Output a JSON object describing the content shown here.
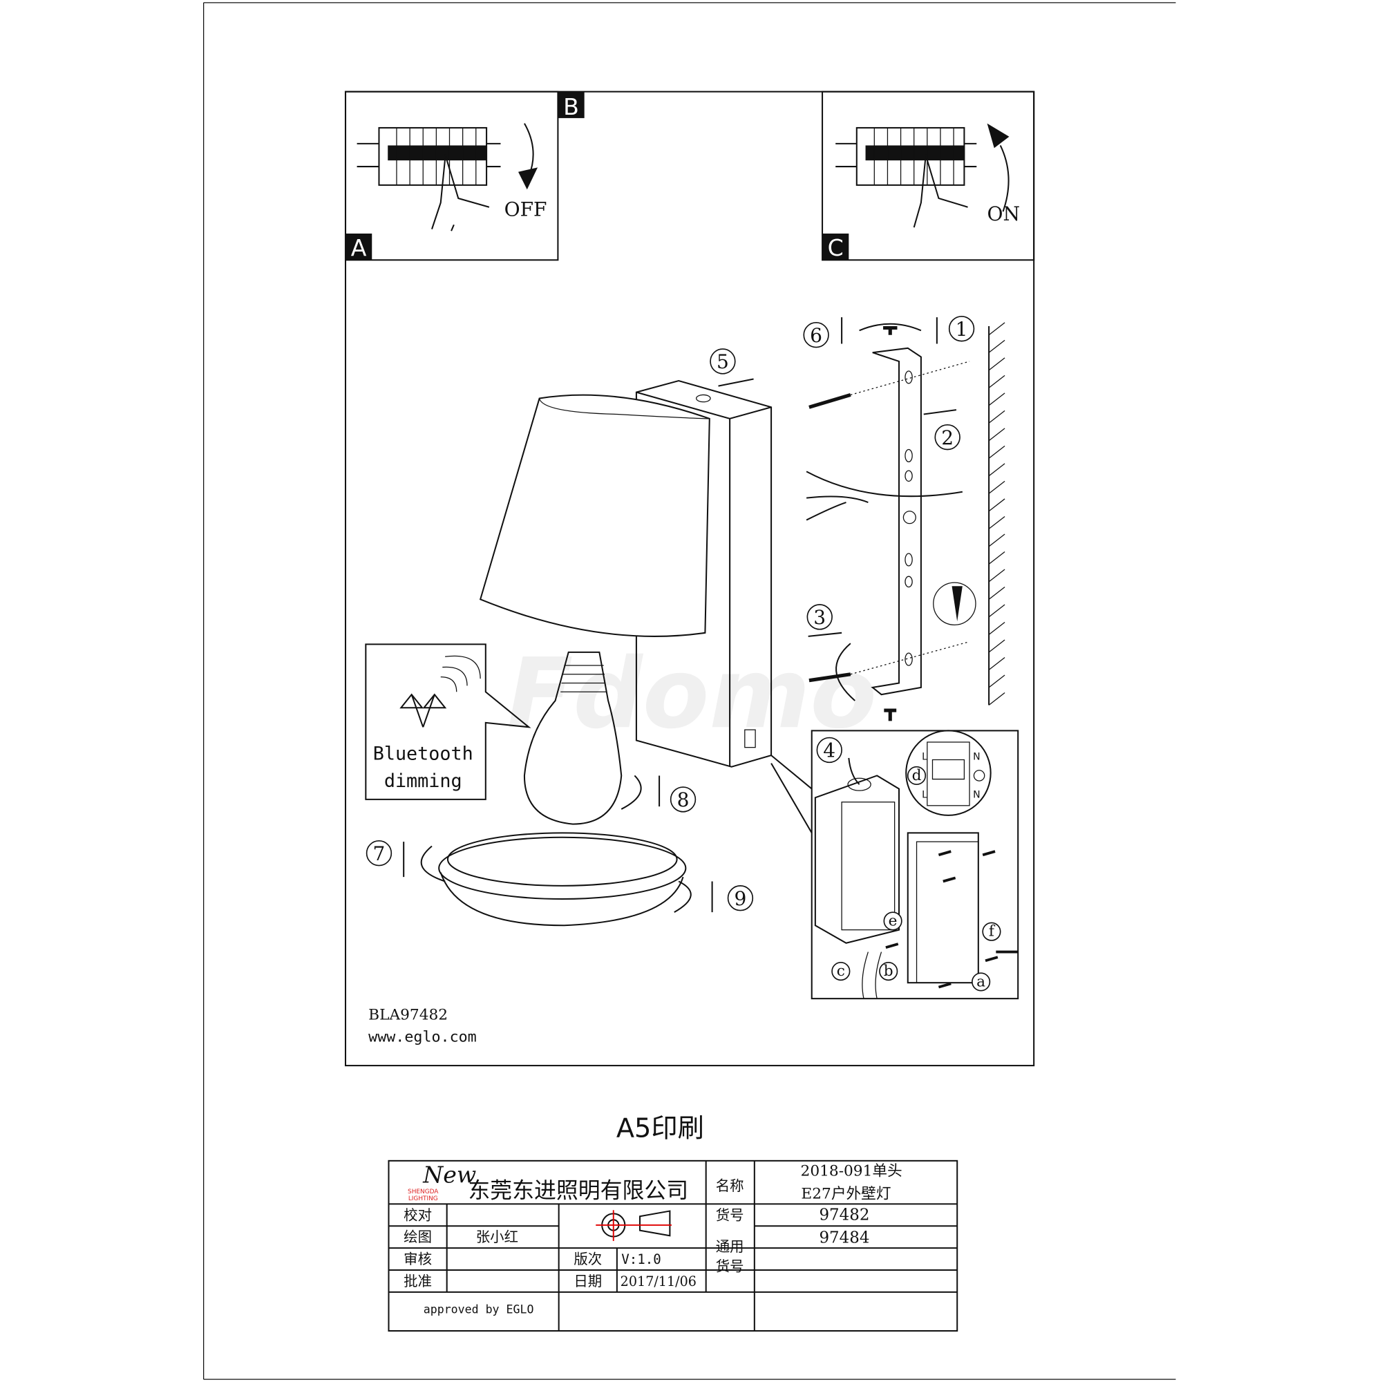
{
  "panels": {
    "a_label": "A",
    "b_label": "B",
    "c_label": "C",
    "off_label": "OFF",
    "on_label": "ON"
  },
  "steps": [
    "1",
    "2",
    "3",
    "4",
    "5",
    "6",
    "7",
    "8",
    "9"
  ],
  "detail_labels": {
    "a": "a",
    "b": "b",
    "c": "c",
    "d": "d",
    "e": "e",
    "f": "f",
    "L": "L",
    "N": "N"
  },
  "bluetooth": {
    "line1": "Bluetooth",
    "line2": "dimming",
    "icon": "bluetooth-icon"
  },
  "model_code": "BLA97482",
  "website": "www.eglo.com",
  "watermark": "Fdomo",
  "print_note": "A5印刷",
  "title_block": {
    "logo_text": [
      "New",
      "SHENGDA",
      "LIGHTING"
    ],
    "company": "东莞东进照明有限公司",
    "name_label": "名称",
    "name_value_1": "2018-091单头",
    "name_value_2": "E27户外壁灯",
    "proof_label": "校对",
    "draw_label": "绘图",
    "draw_value": "张小红",
    "review_label": "审核",
    "approve_label": "批准",
    "version_label": "版次",
    "version_value": "V:1.0",
    "date_label": "日期",
    "date_value": "2017/11/06",
    "item_no_label": "货号",
    "item_no_value": "97482",
    "common_label_1": "通用",
    "common_label_2": "货号",
    "common_value": "97484",
    "approved_by": "approved by EGLO",
    "projection_color": "#e00000",
    "logo_green": "#22cc22",
    "logo_red": "#dd2222"
  }
}
